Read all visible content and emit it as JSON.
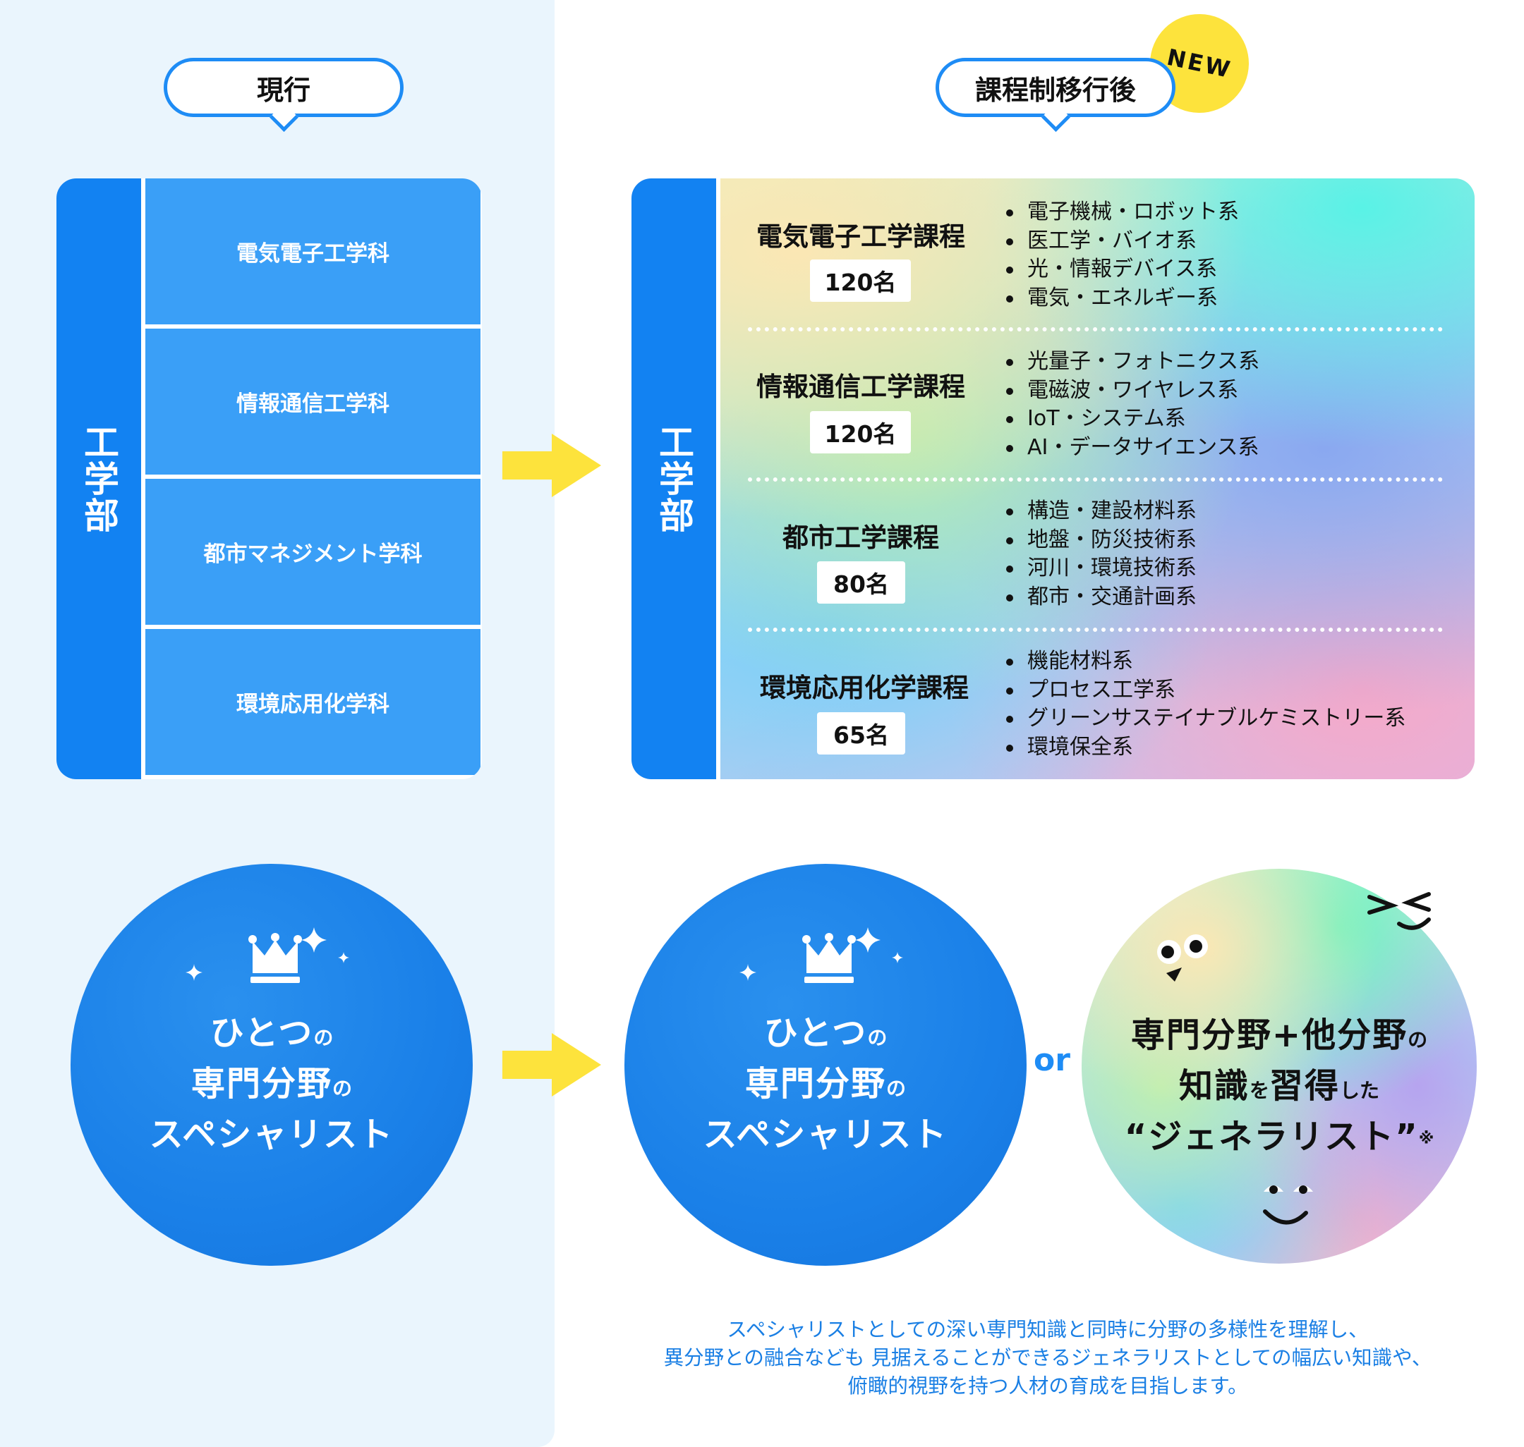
{
  "labels": {
    "current": "現行",
    "after": "課程制移行後",
    "new_badge": "NEW",
    "faculty": "工学部"
  },
  "current_departments": [
    "電気電子工学科",
    "情報通信工学科",
    "都市マネジメント学科",
    "環境応用化学科"
  ],
  "courses": [
    {
      "name": "電気電子工学課程",
      "quota": "120名",
      "subs": [
        "電子機械・ロボット系",
        "医工学・バイオ系",
        "光・情報デバイス系",
        "電気・エネルギー系"
      ]
    },
    {
      "name": "情報通信工学課程",
      "quota": "120名",
      "subs": [
        "光量子・フォトニクス系",
        "電磁波・ワイヤレス系",
        "IoT・システム系",
        "AI・データサイエンス系"
      ]
    },
    {
      "name": "都市工学課程",
      "quota": "80名",
      "subs": [
        "構造・建設材料系",
        "地盤・防災技術系",
        "河川・環境技術系",
        "都市・交通計画系"
      ]
    },
    {
      "name": "環境応用化学課程",
      "quota": "65名",
      "subs": [
        "機能材料系",
        "プロセス工学系",
        "グリーンサステイナブルケミストリー系",
        "環境保全系"
      ]
    }
  ],
  "specialist": {
    "line1": "ひとつ",
    "line1_small": "の",
    "line2": "専門分野",
    "line2_small": "の",
    "line3": "スペシャリスト"
  },
  "or_label": "or",
  "generalist": {
    "line1": "専門分野+他分野",
    "line1_small": "の",
    "line2a": "知識",
    "line2_small_a": "を",
    "line2b": "習得",
    "line2_small_b": "した",
    "line3": "“ジェネラリスト”",
    "line3_mark": "※"
  },
  "note": [
    "スペシャリストとしての深い専門知識と同時に分野の多様性を理解し、",
    "異分野との融合なども 見据えることができるジェネラリストとしての幅広い知識や、",
    "俯瞰的視野を持つ人材の育成を目指します。"
  ],
  "colors": {
    "primary_blue": "#1282f2",
    "dept_blue": "#3a9ff7",
    "panel_bg": "#eaf5fd",
    "arrow_yellow": "#fde33c",
    "note_blue": "#1a7fe4"
  },
  "icons": [
    "crown-icon",
    "sparkle-icon",
    "arrow-right-icon",
    "face-icon"
  ]
}
